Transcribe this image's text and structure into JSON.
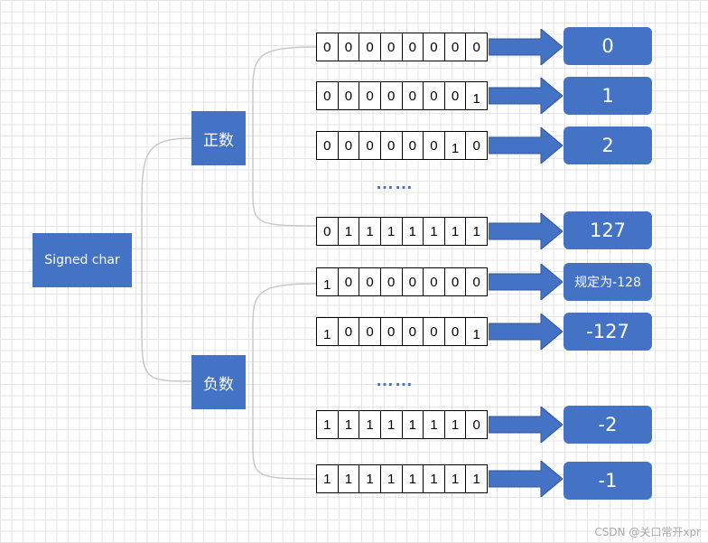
{
  "root": "Signed char",
  "branches": {
    "positive": "正数",
    "negative": "负数"
  },
  "ellipsis": "……",
  "rows": [
    {
      "bits": [
        "0",
        "0",
        "0",
        "0",
        "0",
        "0",
        "0",
        "0"
      ],
      "value": "0"
    },
    {
      "bits": [
        "0",
        "0",
        "0",
        "0",
        "0",
        "0",
        "0",
        "1"
      ],
      "value": "1"
    },
    {
      "bits": [
        "0",
        "0",
        "0",
        "0",
        "0",
        "0",
        "1",
        "0"
      ],
      "value": "2"
    },
    {
      "bits": [
        "0",
        "1",
        "1",
        "1",
        "1",
        "1",
        "1",
        "1"
      ],
      "value": "127"
    },
    {
      "bits": [
        "1",
        "0",
        "0",
        "0",
        "0",
        "0",
        "0",
        "0"
      ],
      "value": "规定为-128"
    },
    {
      "bits": [
        "1",
        "0",
        "0",
        "0",
        "0",
        "0",
        "0",
        "1"
      ],
      "value": "-127"
    },
    {
      "bits": [
        "1",
        "1",
        "1",
        "1",
        "1",
        "1",
        "1",
        "0"
      ],
      "value": "-2"
    },
    {
      "bits": [
        "1",
        "1",
        "1",
        "1",
        "1",
        "1",
        "1",
        "1"
      ],
      "value": "-1"
    }
  ],
  "watermark": "CSDN @关口常开xpr",
  "colors": {
    "accent": "#4472c4",
    "arrow": "#4472c4",
    "bracket": "#c9c9c9"
  }
}
